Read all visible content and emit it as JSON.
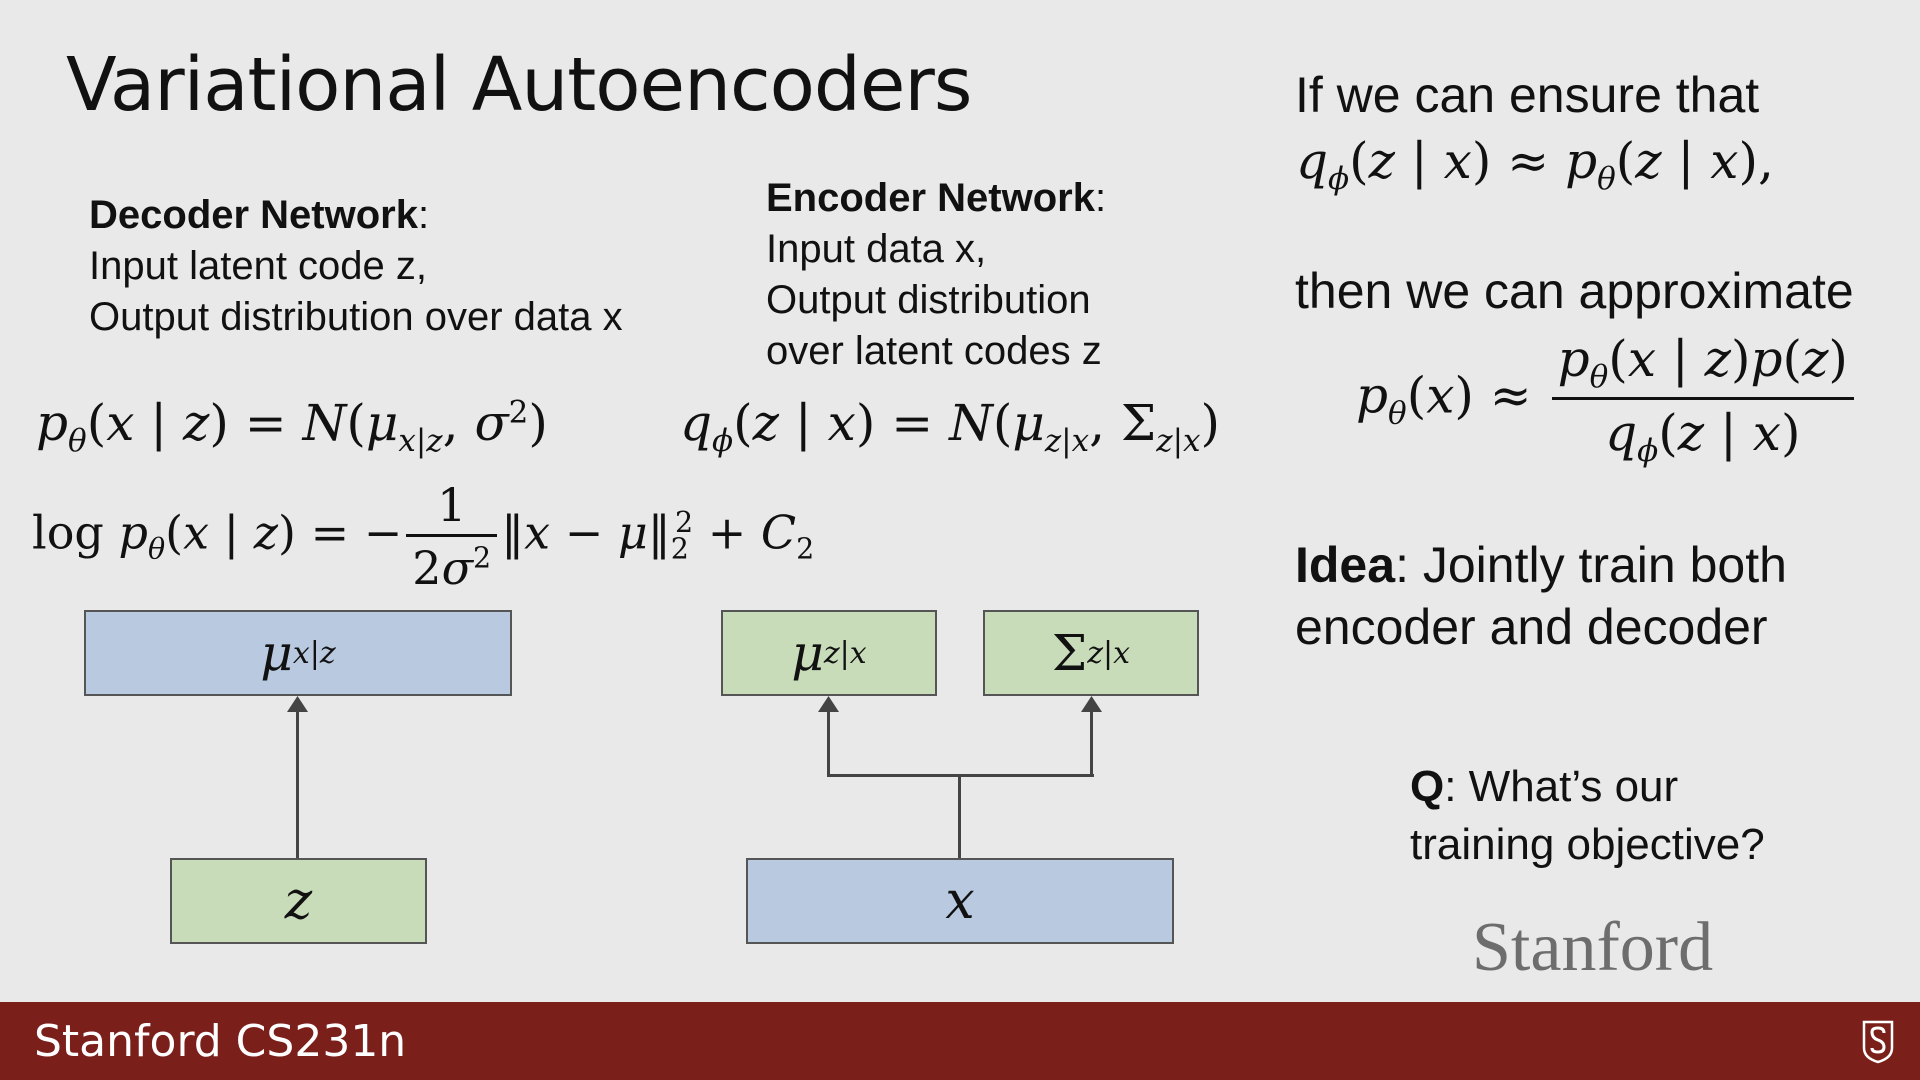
{
  "slide": {
    "title": "Variational Autoencoders",
    "decoder": {
      "heading": "Decoder Network",
      "line1": "Input latent code z,",
      "line2": "Output distribution over data x"
    },
    "encoder": {
      "heading": "Encoder Network",
      "line1": "Input data x,",
      "line2": "Output distribution",
      "line3": "over latent codes z"
    },
    "right": {
      "ensure_line": "If we can ensure that",
      "then_line": "then we can approximate",
      "idea_label": "Idea",
      "idea_line1": ": Jointly train both",
      "idea_line2": "encoder and decoder",
      "q_label": "Q",
      "q_line1": ": What’s our",
      "q_line2": "training objective?"
    },
    "diagram": {
      "decoder_top": "μ",
      "decoder_top_sub": "x|z",
      "decoder_bottom": "z",
      "encoder_mu": "μ",
      "encoder_mu_sub": "z|x",
      "encoder_sigma": "Σ",
      "encoder_sigma_sub": "z|x",
      "encoder_bottom": "x"
    },
    "watermark": "Stanford",
    "footer": "Stanford CS231n"
  }
}
